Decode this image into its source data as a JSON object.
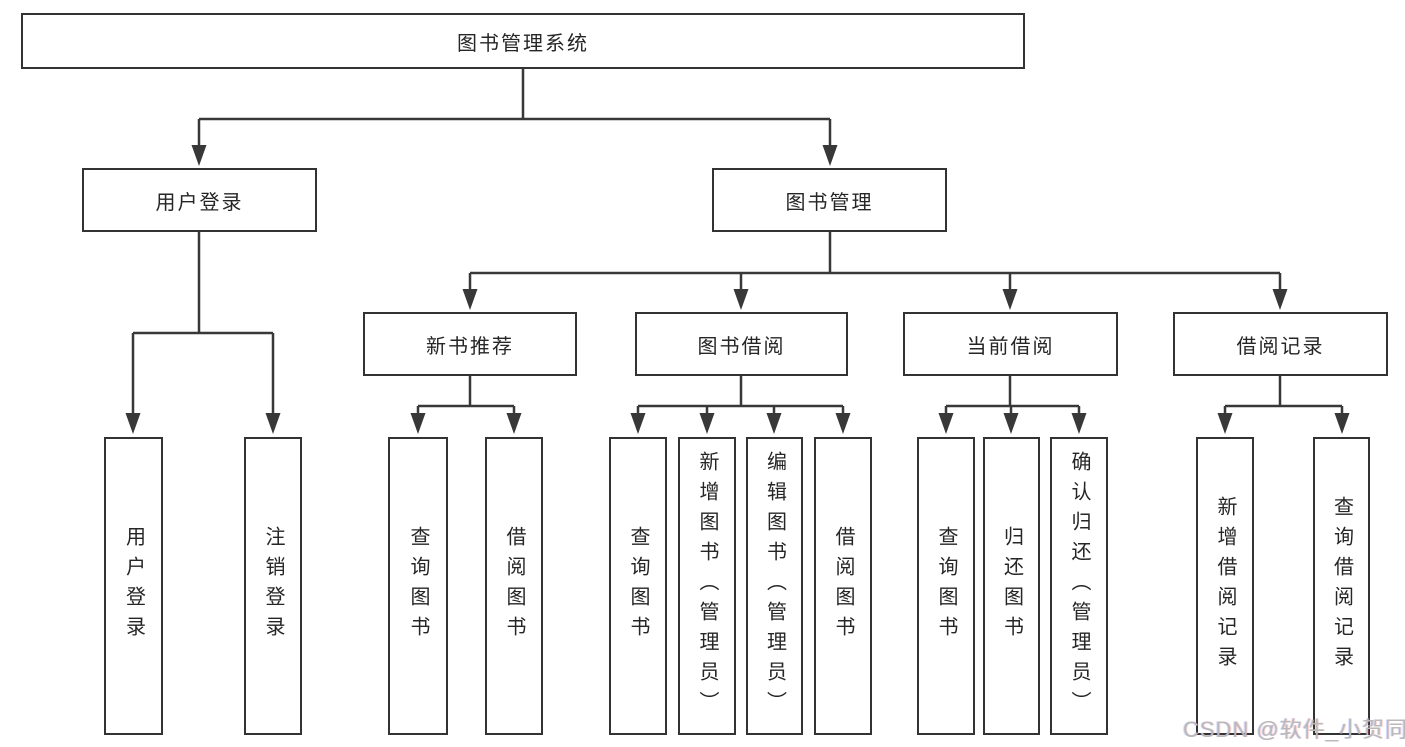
{
  "tree": {
    "label": "图书管理系统",
    "children": [
      {
        "label": "用户登录",
        "children": [
          {
            "label": "用户登录"
          },
          {
            "label": "注销登录"
          }
        ]
      },
      {
        "label": "图书管理",
        "children": [
          {
            "label": "新书推荐",
            "children": [
              {
                "label": "查询图书"
              },
              {
                "label": "借阅图书"
              }
            ]
          },
          {
            "label": "图书借阅",
            "children": [
              {
                "label": "查询图书"
              },
              {
                "label": "新增图书（管理员）"
              },
              {
                "label": "编辑图书（管理员）"
              },
              {
                "label": "借阅图书"
              }
            ]
          },
          {
            "label": "当前借阅",
            "children": [
              {
                "label": "查询图书"
              },
              {
                "label": "归还图书"
              },
              {
                "label": "确认归还（管理员）"
              }
            ]
          },
          {
            "label": "借阅记录",
            "children": [
              {
                "label": "新增借阅记录"
              },
              {
                "label": "查询借阅记录"
              }
            ]
          }
        ]
      }
    ]
  },
  "watermark": {
    "text": "CSDN @软件_小贺同学"
  },
  "colors": {
    "line": "#383838",
    "box_border": "#333333",
    "text": "#262626",
    "background": "#ffffff",
    "watermark": "#b9b9b9"
  }
}
